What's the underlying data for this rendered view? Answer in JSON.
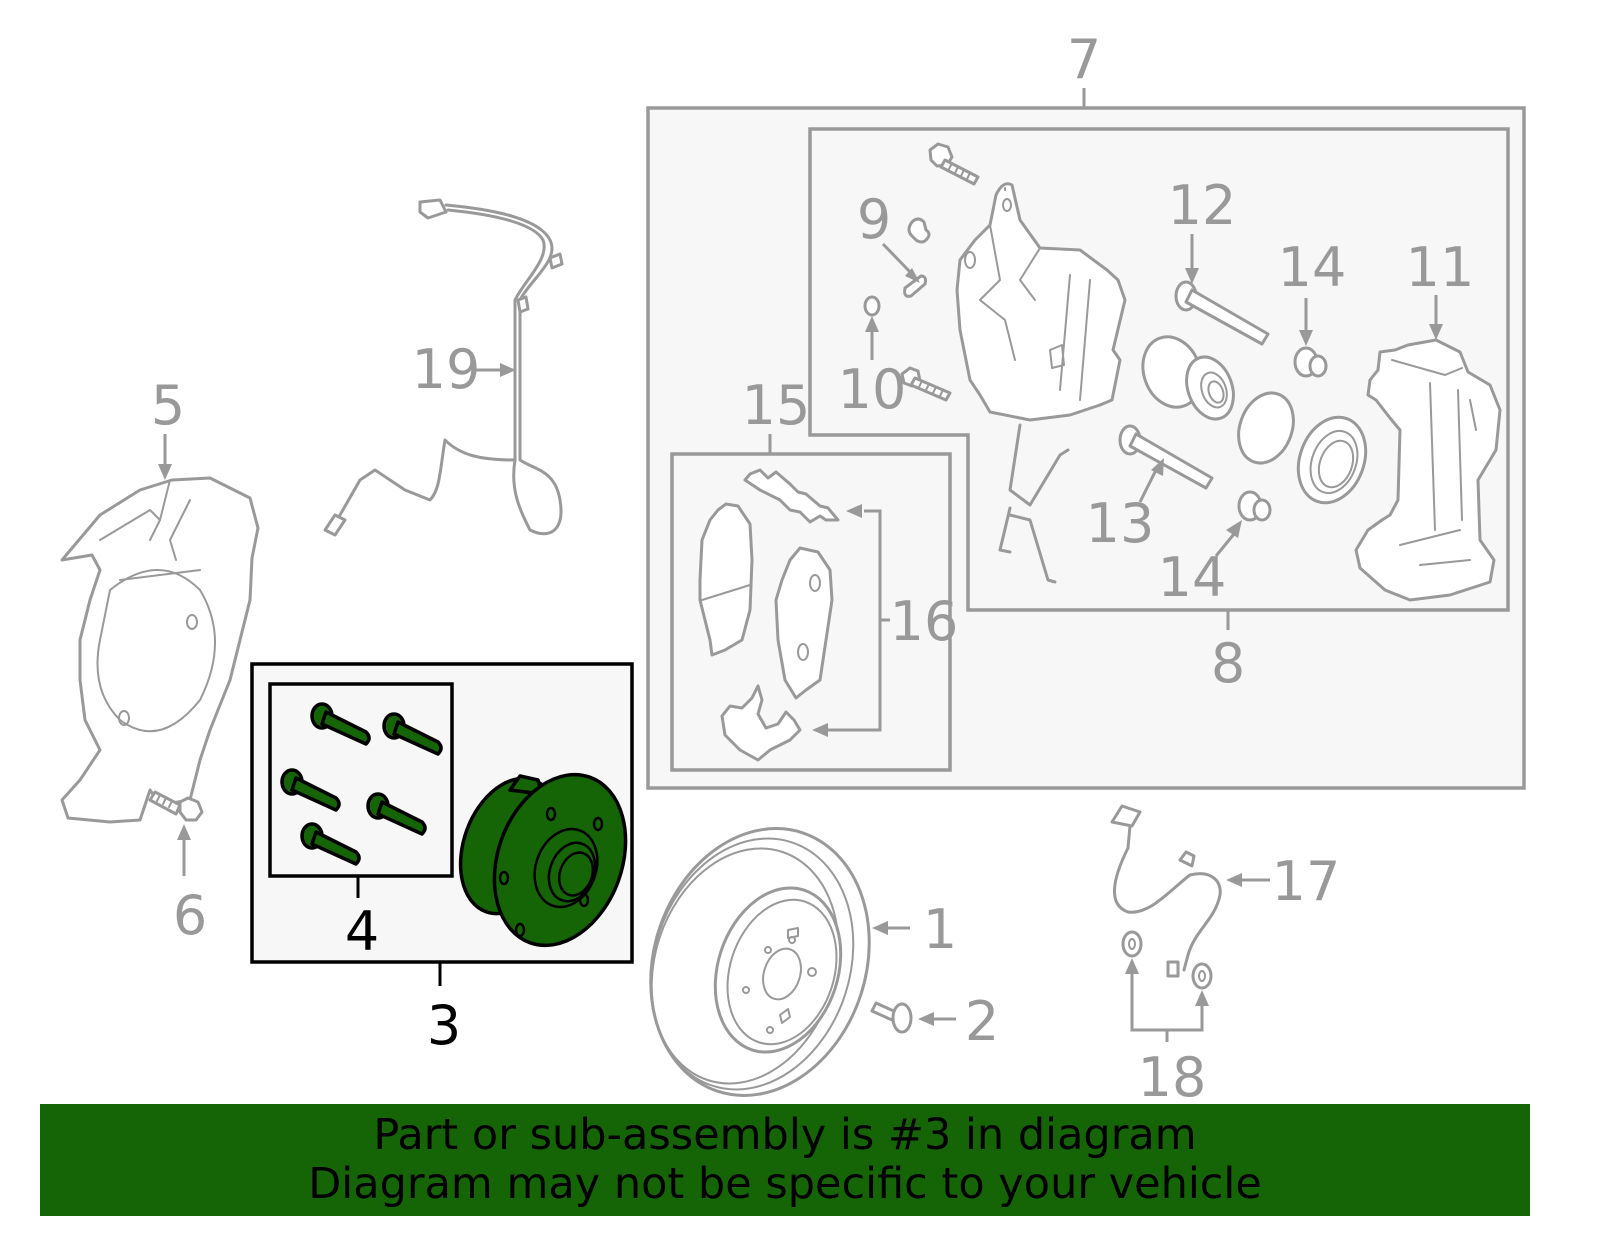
{
  "colors": {
    "banner_bg": "#156406",
    "highlight_part": "#156406",
    "line_gray": "#999999",
    "box_fill": "#f7f7f7",
    "highlight_outline": "#000000"
  },
  "banner": {
    "line1": "Part or sub-assembly is #3 in diagram",
    "line2": "Diagram may not be specific to your vehicle"
  },
  "callouts": {
    "c1": "1",
    "c2": "2",
    "c3": "3",
    "c4": "4",
    "c5": "5",
    "c6": "6",
    "c7": "7",
    "c8": "8",
    "c9": "9",
    "c10": "10",
    "c11": "11",
    "c12": "12",
    "c13": "13",
    "c14a": "14",
    "c14b": "14",
    "c15": "15",
    "c16": "16",
    "c17": "17",
    "c18": "18",
    "c19": "19"
  },
  "parts": [
    {
      "number": "1",
      "name": "brake-rotor",
      "highlighted": false
    },
    {
      "number": "2",
      "name": "rotor-screw",
      "highlighted": false
    },
    {
      "number": "3",
      "name": "hub-bearing-assembly",
      "highlighted": true
    },
    {
      "number": "4",
      "name": "wheel-studs",
      "highlighted": true
    },
    {
      "number": "5",
      "name": "splash-shield",
      "highlighted": false
    },
    {
      "number": "6",
      "name": "shield-bolt",
      "highlighted": false
    },
    {
      "number": "7",
      "name": "caliper-assembly",
      "highlighted": false
    },
    {
      "number": "8",
      "name": "caliper-subassembly",
      "highlighted": false
    },
    {
      "number": "9",
      "name": "bleeder-screw",
      "highlighted": false
    },
    {
      "number": "10",
      "name": "bleeder-cap",
      "highlighted": false
    },
    {
      "number": "11",
      "name": "caliper-bracket",
      "highlighted": false
    },
    {
      "number": "12",
      "name": "guide-pin",
      "highlighted": false
    },
    {
      "number": "13",
      "name": "guide-pin",
      "highlighted": false
    },
    {
      "number": "14",
      "name": "pin-boot",
      "highlighted": false
    },
    {
      "number": "15",
      "name": "brake-pads",
      "highlighted": false
    },
    {
      "number": "16",
      "name": "pad-clips",
      "highlighted": false
    },
    {
      "number": "17",
      "name": "brake-hose",
      "highlighted": false
    },
    {
      "number": "18",
      "name": "washers",
      "highlighted": false
    },
    {
      "number": "19",
      "name": "abs-sensor",
      "highlighted": false
    }
  ]
}
